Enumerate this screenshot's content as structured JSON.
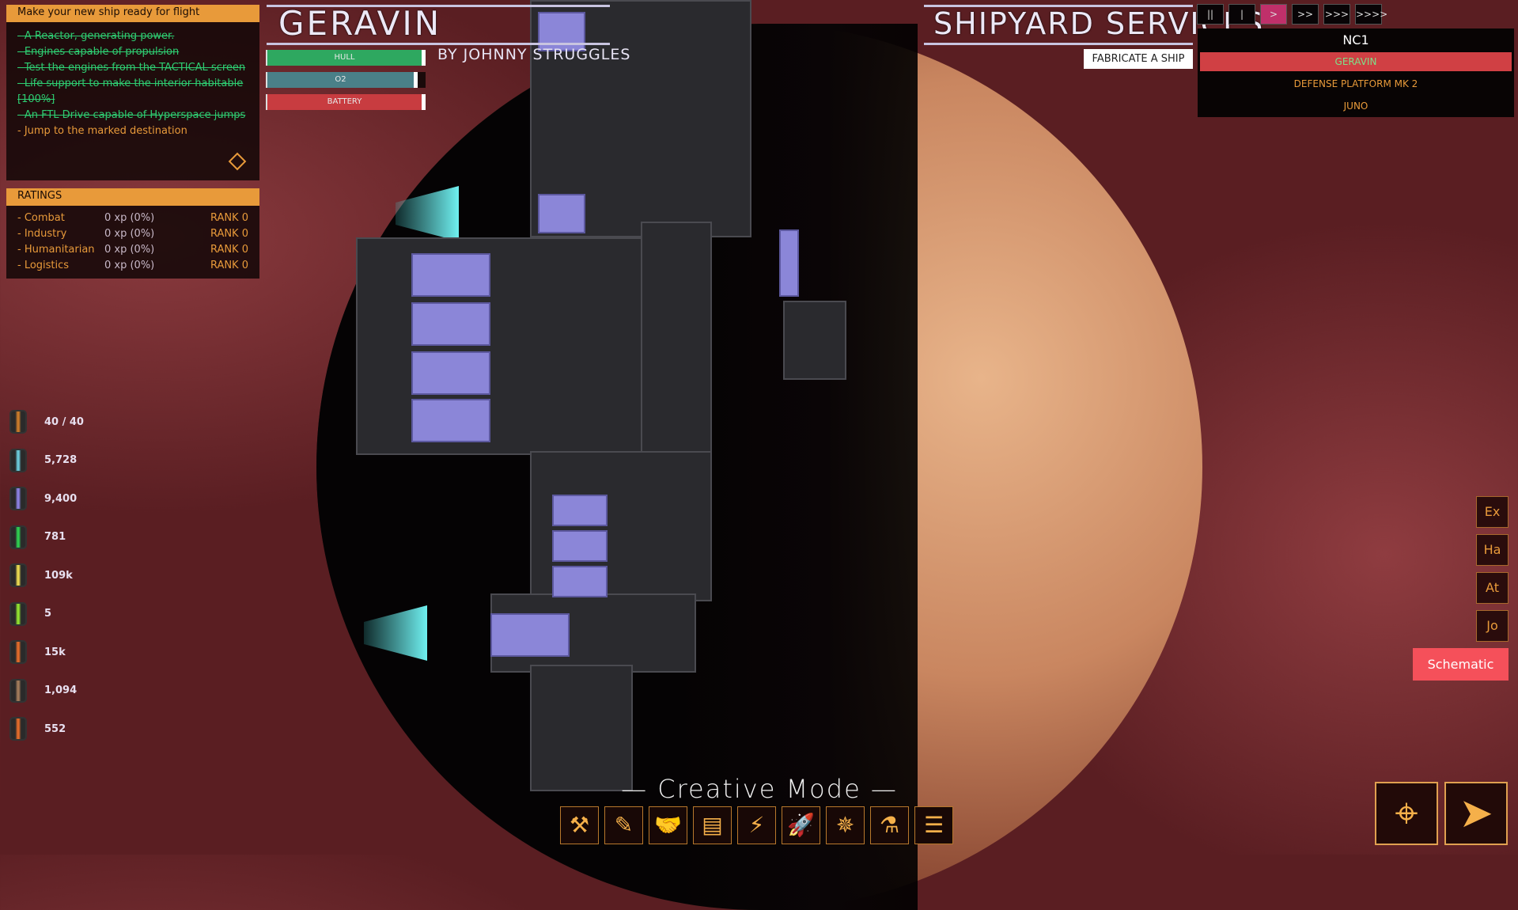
{
  "objectives": {
    "title": "Make your new ship ready for flight",
    "items": [
      {
        "text": "- A Reactor, generating power.",
        "done": true
      },
      {
        "text": "- Engines capable of propulsion",
        "done": true
      },
      {
        "text": "- Test the engines from the TACTICAL screen",
        "done": true
      },
      {
        "text": "- Life support to make the interior habitable [100%]",
        "done": true
      },
      {
        "text": "- An FTL Drive capable of Hyperspace jumps",
        "done": true
      },
      {
        "text": "- Jump to the marked destination",
        "done": false
      }
    ],
    "marker_icon": "diamond-target-icon"
  },
  "ratings": {
    "title": "RATINGS",
    "rows": [
      {
        "name": "- Combat",
        "xp": "0 xp (0%)",
        "rank": "RANK 0"
      },
      {
        "name": "- Industry",
        "xp": "0 xp (0%)",
        "rank": "RANK 0"
      },
      {
        "name": "- Humanitarian",
        "xp": "0 xp (0%)",
        "rank": "RANK 0"
      },
      {
        "name": "- Logistics",
        "xp": "0 xp (0%)",
        "rank": "RANK 0"
      }
    ]
  },
  "ship": {
    "name": "GERAVIN",
    "author": "BY JOHNNY STRUGGLES",
    "bars": [
      {
        "label": "HULL",
        "fill": 100,
        "color": "#2ea860"
      },
      {
        "label": "O2",
        "fill": 95,
        "color": "#4a8088"
      },
      {
        "label": "BATTERY",
        "fill": 100,
        "color": "#c83c40"
      }
    ]
  },
  "shipyard": {
    "title": "SHIPYARD SERVICES",
    "fabricate": "FABRICATE A SHIP"
  },
  "speed": {
    "buttons": [
      "||",
      "|",
      ">",
      ">>",
      ">>>",
      ">>>>"
    ],
    "active": 2
  },
  "fleet": {
    "header": "NC1",
    "items": [
      "GERAVIN",
      "DEFENSE PLATFORM MK 2",
      "JUNO"
    ],
    "selected": 0
  },
  "resources": [
    {
      "icon": "crew-icon",
      "value": "40 / 40",
      "color": "#c87a2a"
    },
    {
      "icon": "water-canister-icon",
      "value": "5,728",
      "color": "#6ac8d8"
    },
    {
      "icon": "oxygen-canister-icon",
      "value": "9,400",
      "color": "#8a80e0"
    },
    {
      "icon": "food-crate-icon",
      "value": "781",
      "color": "#2ecc50"
    },
    {
      "icon": "fuel-canister-icon",
      "value": "109k",
      "color": "#e8d850"
    },
    {
      "icon": "uranium-canister-icon",
      "value": "5",
      "color": "#90e030"
    },
    {
      "icon": "metal-parts-icon",
      "value": "15k",
      "color": "#e06a2a"
    },
    {
      "icon": "components-icon",
      "value": "1,094",
      "color": "#a07a5a"
    },
    {
      "icon": "exotic-parts-icon",
      "value": "552",
      "color": "#e06a2a"
    }
  ],
  "side_tabs": [
    "Ex",
    "Ha",
    "At",
    "Jo"
  ],
  "schematic": "Schematic",
  "mode": "— Creative Mode —",
  "toolbar": [
    {
      "icon": "build-tools-icon",
      "glyph": "⚒"
    },
    {
      "icon": "edit-blueprint-icon",
      "glyph": "✎"
    },
    {
      "icon": "trade-handshake-icon",
      "glyph": "🤝"
    },
    {
      "icon": "document-list-icon",
      "glyph": "▤"
    },
    {
      "icon": "power-icon",
      "glyph": "⚡"
    },
    {
      "icon": "rocket-icon",
      "glyph": "🚀"
    },
    {
      "icon": "compass-icon",
      "glyph": "✵"
    },
    {
      "icon": "science-flask-icon",
      "glyph": "⚗"
    },
    {
      "icon": "menu-list-icon",
      "glyph": "☰"
    }
  ],
  "corner_buttons": [
    {
      "icon": "targeting-crosshair-icon",
      "glyph": "⌖"
    },
    {
      "icon": "navigation-ship-icon",
      "glyph": "➤"
    }
  ],
  "colors": {
    "accent": "#e89a3a",
    "selected": "#d04044",
    "schematic": "#f5505a",
    "speed_active": "#c0306a"
  }
}
